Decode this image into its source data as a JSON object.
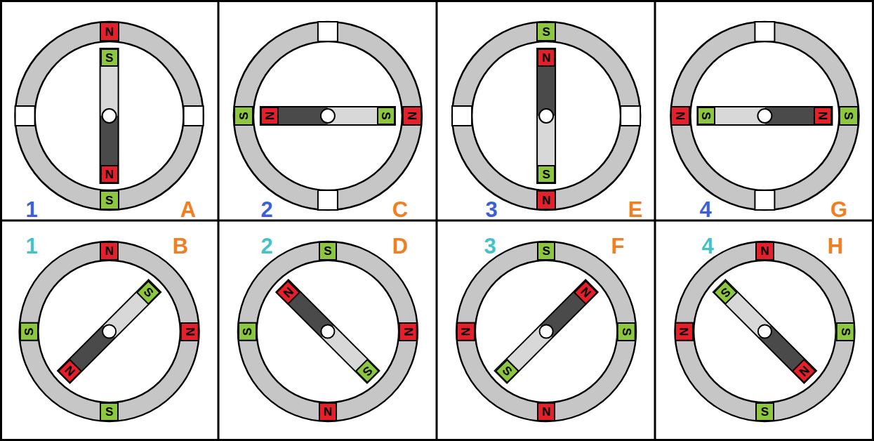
{
  "diagram": {
    "nodes": [
      {
        "text": [
          "N"
        ]
      },
      {
        "text": [
          "S"
        ]
      },
      {
        "text": [
          "N"
        ]
      },
      {
        "text": [
          "S"
        ]
      },
      {
        "text": [
          "S"
        ]
      },
      {
        "text": [
          "N"
        ]
      },
      {
        "text": [
          "S"
        ]
      },
      {
        "text": [
          "N"
        ]
      },
      {
        "text": [
          "S"
        ]
      },
      {
        "text": [
          "N"
        ]
      },
      {
        "text": [
          "S"
        ]
      },
      {
        "text": [
          "N"
        ]
      },
      {
        "text": [
          "N"
        ]
      },
      {
        "text": [
          "S"
        ]
      },
      {
        "text": [
          "N"
        ]
      },
      {
        "text": [
          "S"
        ]
      },
      {
        "text": [
          "N"
        ]
      },
      {
        "text": [
          "S"
        ]
      },
      {
        "text": [
          "S"
        ]
      },
      {
        "text": [
          "N"
        ]
      },
      {
        "text": [
          "N"
        ]
      },
      {
        "text": [
          "S"
        ]
      },
      {
        "text": [
          "S"
        ]
      },
      {
        "text": [
          "N"
        ]
      },
      {
        "text": [
          "S"
        ]
      },
      {
        "text": [
          "N"
        ]
      },
      {
        "text": [
          "S"
        ]
      },
      {
        "text": [
          "N"
        ]
      },
      {
        "text": [
          "S"
        ]
      },
      {
        "text": [
          "N"
        ]
      },
      {
        "text": [
          "N"
        ]
      },
      {
        "text": [
          "S"
        ]
      },
      {
        "text": [
          "S"
        ]
      },
      {
        "text": [
          "N"
        ]
      },
      {
        "text": [
          "N"
        ]
      },
      {
        "text": [
          "S"
        ]
      },
      {
        "text": [
          "N"
        ]
      },
      {
        "text": [
          "S"
        ]
      },
      {
        "text": [
          "N"
        ]
      },
      {
        "text": [
          "S"
        ]
      }
    ],
    "labels": [
      "1",
      "A",
      "2",
      "C",
      "3",
      "E",
      "4",
      "G",
      "1",
      "B",
      "2",
      "D",
      "3",
      "F",
      "4",
      "H"
    ]
  }
}
